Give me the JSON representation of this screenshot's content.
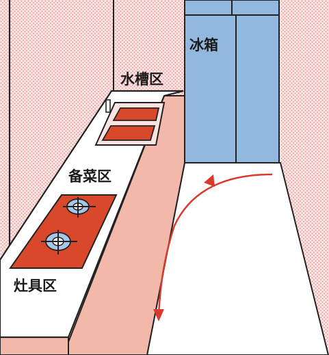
{
  "labels": {
    "sink": "水槽区",
    "fridge": "冰箱",
    "prep": "备菜区",
    "stove": "灶具区"
  },
  "colors": {
    "wall_dots": "#e89a9a",
    "counter_front": "#f2b9ab",
    "counter_top": "#ffffff",
    "stove_red": "#d9482b",
    "burner_blue": "#a8c6e6",
    "fridge_blue": "#93b8e0",
    "arrow_red": "#d93a2b",
    "outline": "#222222"
  },
  "icons": [
    "faucet-icon",
    "gas-burner-icon",
    "curved-arrow-icon"
  ]
}
